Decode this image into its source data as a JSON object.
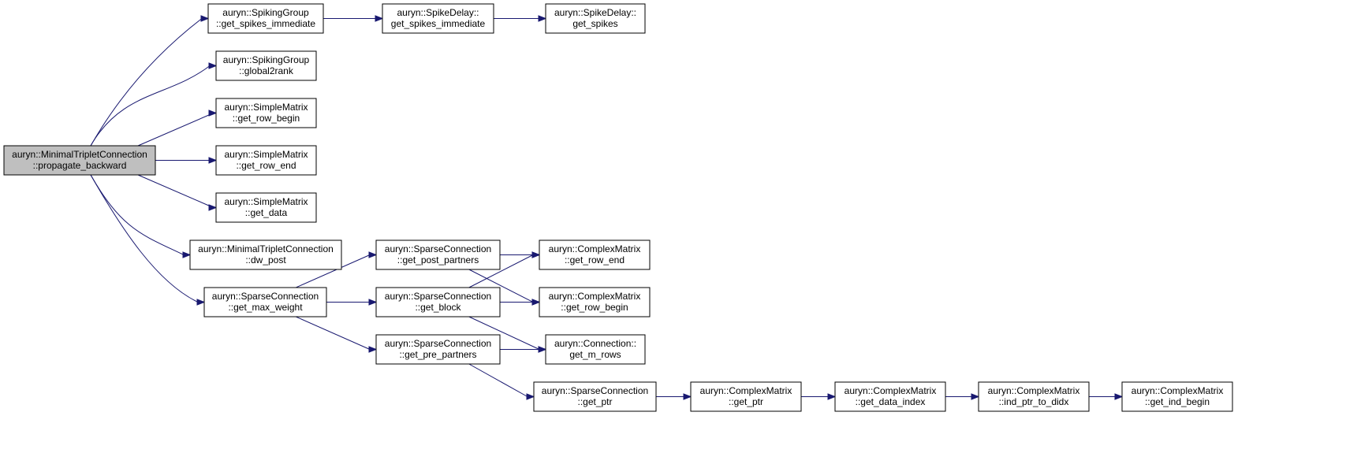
{
  "graph": {
    "colors": {
      "edge": "#191970",
      "root_fill": "#bfbfbf",
      "node_fill": "#ffffff",
      "border": "#000000"
    },
    "nodes": [
      {
        "id": "root",
        "lines": [
          "auryn::MinimalTripletConnection",
          "::propagate_backward"
        ],
        "root": true
      },
      {
        "id": "sg_gsi",
        "lines": [
          "auryn::SpikingGroup",
          "::get_spikes_immediate"
        ]
      },
      {
        "id": "sd_gsi",
        "lines": [
          "auryn::SpikeDelay::",
          "get_spikes_immediate"
        ]
      },
      {
        "id": "sd_gs",
        "lines": [
          "auryn::SpikeDelay::",
          "get_spikes"
        ]
      },
      {
        "id": "sg_g2r",
        "lines": [
          "auryn::SpikingGroup",
          "::global2rank"
        ]
      },
      {
        "id": "sm_grb",
        "lines": [
          "auryn::SimpleMatrix",
          "::get_row_begin"
        ]
      },
      {
        "id": "sm_gre",
        "lines": [
          "auryn::SimpleMatrix",
          "::get_row_end"
        ]
      },
      {
        "id": "sm_gd",
        "lines": [
          "auryn::SimpleMatrix",
          "::get_data"
        ]
      },
      {
        "id": "mtc_dwp",
        "lines": [
          "auryn::MinimalTripletConnection",
          "::dw_post"
        ]
      },
      {
        "id": "sc_gmw",
        "lines": [
          "auryn::SparseConnection",
          "::get_max_weight"
        ]
      },
      {
        "id": "sc_gpop",
        "lines": [
          "auryn::SparseConnection",
          "::get_post_partners"
        ]
      },
      {
        "id": "sc_gb",
        "lines": [
          "auryn::SparseConnection",
          "::get_block"
        ]
      },
      {
        "id": "sc_gprp",
        "lines": [
          "auryn::SparseConnection",
          "::get_pre_partners"
        ]
      },
      {
        "id": "cm_gre",
        "lines": [
          "auryn::ComplexMatrix",
          "::get_row_end"
        ]
      },
      {
        "id": "cm_grb",
        "lines": [
          "auryn::ComplexMatrix",
          "::get_row_begin"
        ]
      },
      {
        "id": "c_gmr",
        "lines": [
          "auryn::Connection::",
          "get_m_rows"
        ]
      },
      {
        "id": "sc_gp",
        "lines": [
          "auryn::SparseConnection",
          "::get_ptr"
        ]
      },
      {
        "id": "cm_gp",
        "lines": [
          "auryn::ComplexMatrix",
          "::get_ptr"
        ]
      },
      {
        "id": "cm_gdi",
        "lines": [
          "auryn::ComplexMatrix",
          "::get_data_index"
        ]
      },
      {
        "id": "cm_iptd",
        "lines": [
          "auryn::ComplexMatrix",
          "::ind_ptr_to_didx"
        ]
      },
      {
        "id": "cm_gib",
        "lines": [
          "auryn::ComplexMatrix",
          "::get_ind_begin"
        ]
      }
    ],
    "edges": [
      [
        "root",
        "sg_gsi"
      ],
      [
        "root",
        "sg_g2r"
      ],
      [
        "root",
        "sm_grb"
      ],
      [
        "root",
        "sm_gre"
      ],
      [
        "root",
        "sm_gd"
      ],
      [
        "root",
        "mtc_dwp"
      ],
      [
        "root",
        "sc_gmw"
      ],
      [
        "sg_gsi",
        "sd_gsi"
      ],
      [
        "sd_gsi",
        "sd_gs"
      ],
      [
        "sc_gmw",
        "sc_gpop"
      ],
      [
        "sc_gmw",
        "sc_gb"
      ],
      [
        "sc_gmw",
        "sc_gprp"
      ],
      [
        "sc_gpop",
        "cm_gre"
      ],
      [
        "sc_gpop",
        "cm_grb"
      ],
      [
        "sc_gb",
        "cm_gre"
      ],
      [
        "sc_gb",
        "cm_grb"
      ],
      [
        "sc_gb",
        "c_gmr"
      ],
      [
        "sc_gprp",
        "c_gmr"
      ],
      [
        "sc_gprp",
        "sc_gp"
      ],
      [
        "sc_gp",
        "cm_gp"
      ],
      [
        "cm_gp",
        "cm_gdi"
      ],
      [
        "cm_gdi",
        "cm_iptd"
      ],
      [
        "cm_iptd",
        "cm_gib"
      ]
    ]
  }
}
